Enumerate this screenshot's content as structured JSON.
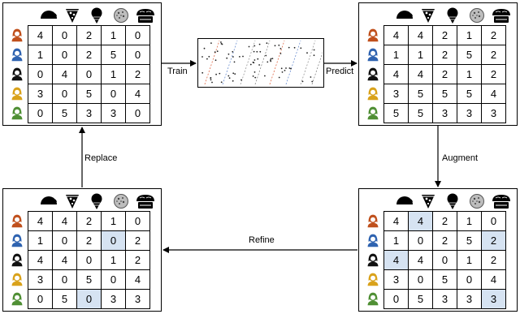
{
  "items": [
    {
      "icon": "taco-icon"
    },
    {
      "icon": "pizza-slice-icon"
    },
    {
      "icon": "ice-cream-icon"
    },
    {
      "icon": "cookie-icon"
    },
    {
      "icon": "pie-icon"
    }
  ],
  "users": [
    {
      "icon": "user-icon",
      "color": "#c0501c"
    },
    {
      "icon": "user-icon",
      "color": "#2f63b0"
    },
    {
      "icon": "user-icon",
      "color": "#111111"
    },
    {
      "icon": "user-icon",
      "color": "#d9a21b"
    },
    {
      "icon": "user-icon",
      "color": "#4f8f34"
    }
  ],
  "highlight_color": "#d6e3f2",
  "panels": {
    "original": {
      "rows": [
        [
          "4",
          "0",
          "2",
          "1",
          "0"
        ],
        [
          "1",
          "0",
          "2",
          "5",
          "0"
        ],
        [
          "0",
          "4",
          "0",
          "1",
          "2"
        ],
        [
          "3",
          "0",
          "5",
          "0",
          "4"
        ],
        [
          "0",
          "5",
          "3",
          "3",
          "0"
        ]
      ],
      "highlights": []
    },
    "predicted": {
      "rows": [
        [
          "4",
          "4",
          "2",
          "1",
          "2"
        ],
        [
          "1",
          "1",
          "2",
          "5",
          "2"
        ],
        [
          "4",
          "4",
          "2",
          "1",
          "2"
        ],
        [
          "3",
          "5",
          "5",
          "5",
          "4"
        ],
        [
          "5",
          "5",
          "3",
          "3",
          "3"
        ]
      ],
      "highlights": []
    },
    "augmented": {
      "rows": [
        [
          "4",
          "4",
          "2",
          "1",
          "0"
        ],
        [
          "1",
          "0",
          "2",
          "5",
          "2"
        ],
        [
          "4",
          "4",
          "0",
          "1",
          "2"
        ],
        [
          "3",
          "0",
          "5",
          "0",
          "4"
        ],
        [
          "0",
          "5",
          "3",
          "3",
          "3"
        ]
      ],
      "highlights": [
        [
          0,
          1
        ],
        [
          1,
          4
        ],
        [
          2,
          0
        ],
        [
          4,
          4
        ]
      ]
    },
    "refined": {
      "rows": [
        [
          "4",
          "4",
          "2",
          "1",
          "0"
        ],
        [
          "1",
          "0",
          "2",
          "0",
          "2"
        ],
        [
          "4",
          "4",
          "0",
          "1",
          "2"
        ],
        [
          "3",
          "0",
          "5",
          "0",
          "4"
        ],
        [
          "0",
          "5",
          "0",
          "3",
          "3"
        ]
      ],
      "highlights": [
        [
          1,
          3
        ],
        [
          4,
          2
        ]
      ]
    }
  },
  "labels": {
    "train": "Train",
    "predict": "Predict",
    "augment": "Augment",
    "refine": "Refine",
    "replace": "Replace"
  },
  "model": {
    "line_colors": [
      "#e06b4a",
      "#6c8fd1",
      "#999999",
      "#888888"
    ]
  }
}
